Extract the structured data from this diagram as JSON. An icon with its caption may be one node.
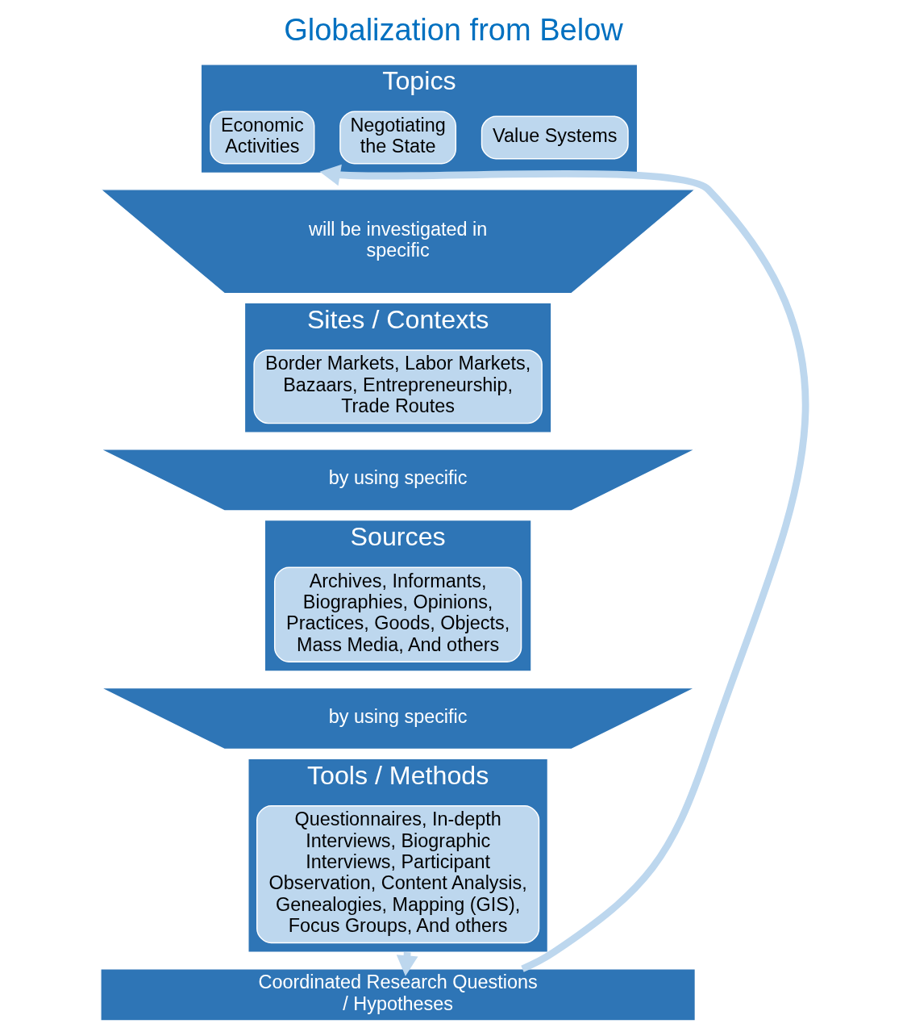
{
  "diagram": {
    "title": "Globalization from Below",
    "nodes": [
      {
        "text": [
          "Topics"
        ]
      },
      {
        "text": [
          "Value Systems"
        ],
        "in": 0
      },
      {
        "text": [
          "Negotiating the State"
        ],
        "in": 0
      },
      {
        "text": [
          "Economic Activities"
        ],
        "in": 0
      },
      {
        "text": [
          "will be investigated in specific"
        ]
      },
      {
        "text": [
          "Sites / Contexts"
        ]
      },
      {
        "text": [
          "Border Markets, Labor Markets, Bazaars, Entrepreneurship, Trade Routes"
        ],
        "in": 5
      },
      {
        "text": [
          "by using specific"
        ]
      },
      {
        "text": [
          "Sources"
        ]
      },
      {
        "text": [
          "Archives, Informants, Biographies, Opinions, Practices, Goods, Objects, Mass Media, And others"
        ],
        "in": 8
      },
      {
        "text": [
          "by using specific"
        ]
      },
      {
        "text": [
          "Tools / Methods"
        ]
      },
      {
        "text": [
          "Questionnaires, In-depth Interviews, Biographic Interviews, Participant Observation, Content Analysis, Genealogies, Mapping (GIS), Focus Groups, And others"
        ],
        "in": 11
      },
      {
        "text": [
          "Coordinated Research Questions / Hypotheses"
        ]
      }
    ],
    "edges": [
      {
        "from": 11,
        "to": 13,
        "arrow": "to"
      },
      {
        "from": 13,
        "to": 0,
        "arrow": "to"
      }
    ]
  }
}
